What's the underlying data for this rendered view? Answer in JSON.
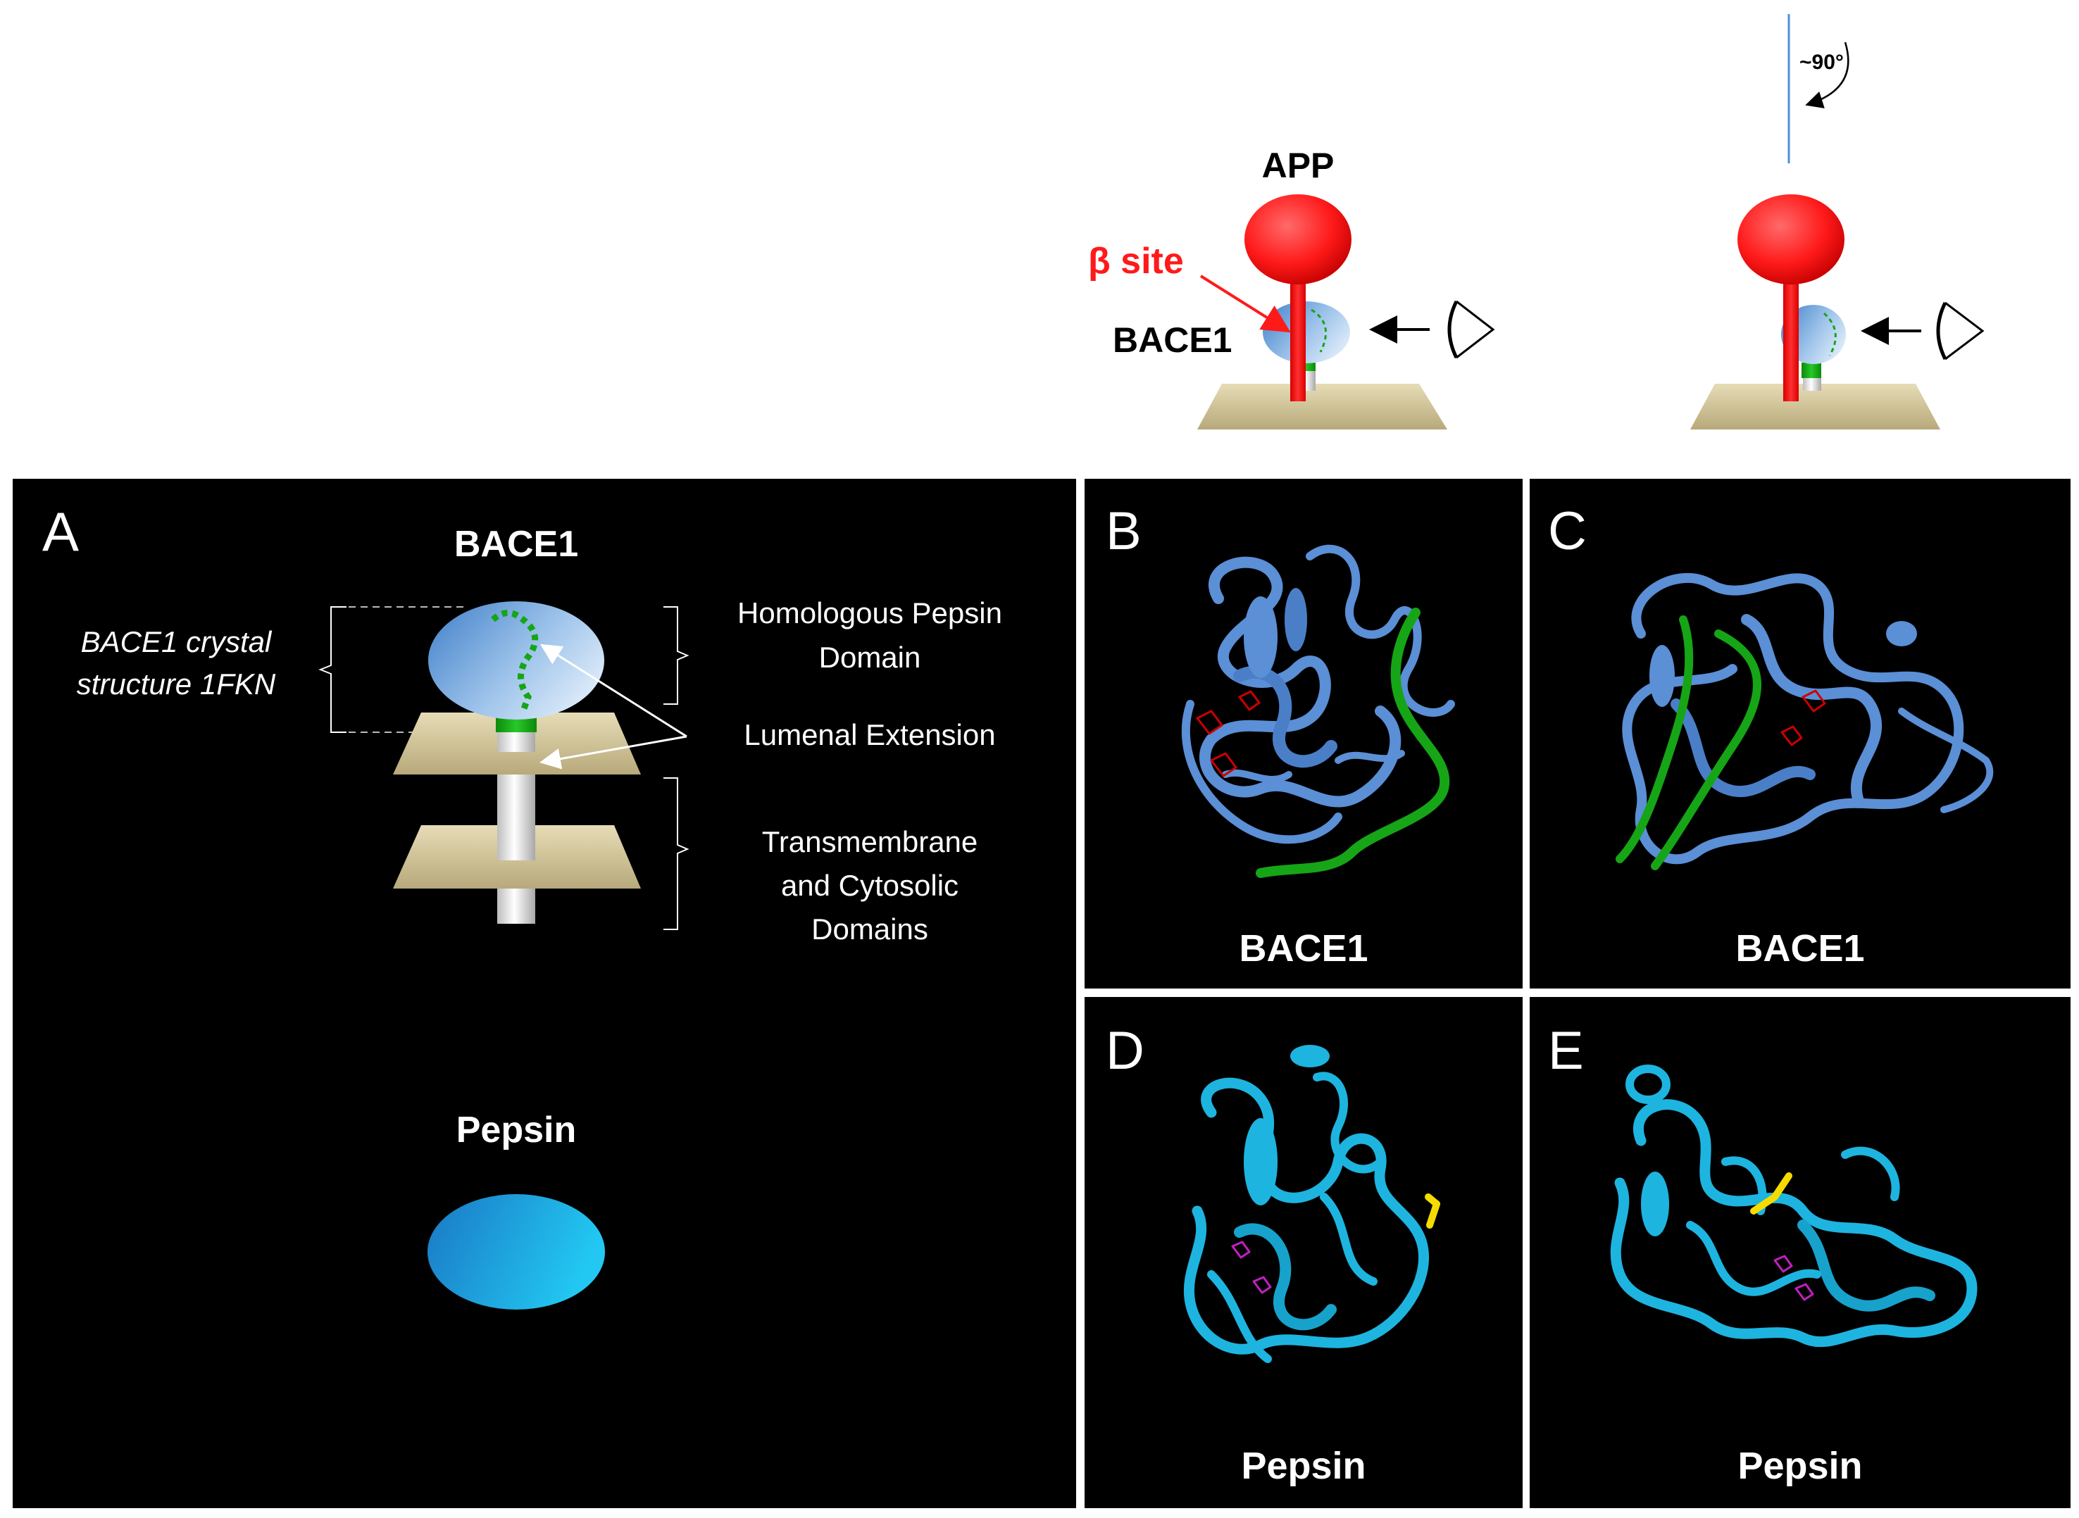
{
  "top": {
    "app_label": "APP",
    "beta_site_label": "β site",
    "bace1_label": "BACE1",
    "rotation_label": "~90°"
  },
  "panelA": {
    "letter": "A",
    "title": "BACE1",
    "crystal_label_line1": "BACE1 crystal",
    "crystal_label_line2": "structure 1FKN",
    "domain_pepsin_line1": "Homologous Pepsin",
    "domain_pepsin_line2": "Domain",
    "lumenal_label": "Lumenal Extension",
    "tm_line1": "Transmembrane",
    "tm_line2": "and Cytosolic",
    "tm_line3": "Domains",
    "pepsin_title": "Pepsin"
  },
  "panels": [
    {
      "letter": "B",
      "caption": "BACE1"
    },
    {
      "letter": "C",
      "caption": "BACE1"
    },
    {
      "letter": "D",
      "caption": "Pepsin"
    },
    {
      "letter": "E",
      "caption": "Pepsin"
    }
  ],
  "colors": {
    "app_red": "#ff1a1a",
    "bace1_blue": "#5b8fd6",
    "pepsin_cyan": "#1eb4e0",
    "lumenal_green": "#16a516",
    "peptide_yellow": "#f5dc00",
    "membrane_tan": "#cbbf94",
    "panel_bg": "#000000"
  }
}
